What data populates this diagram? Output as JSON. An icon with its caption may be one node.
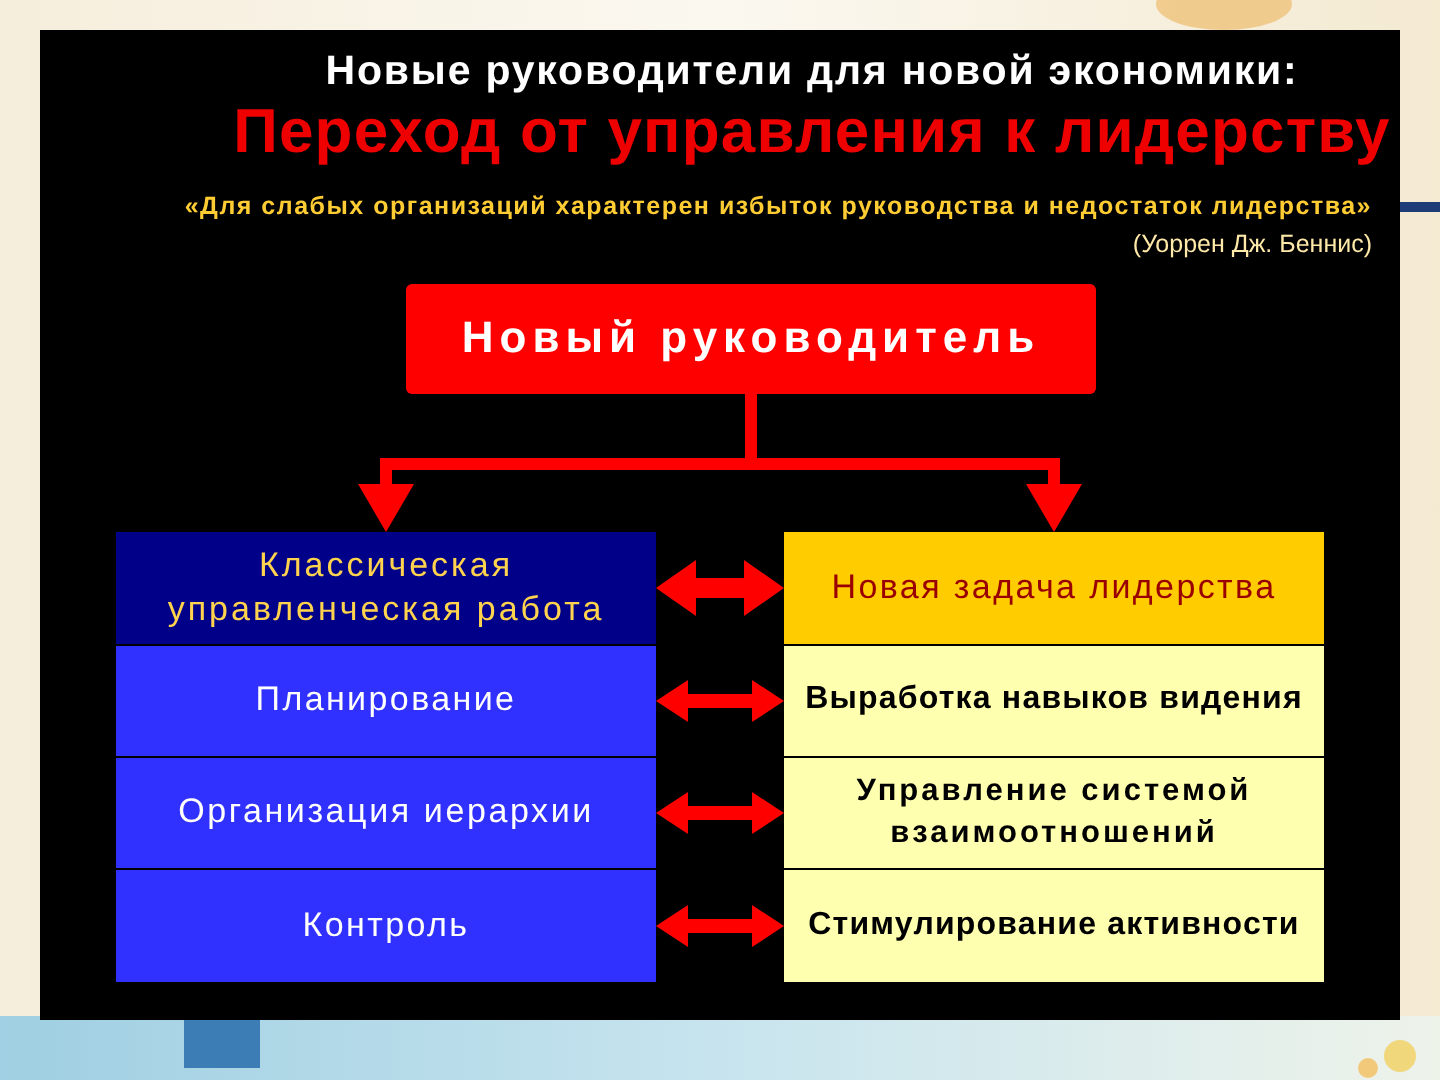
{
  "diagram": {
    "title": "Новые руководители для новой экономики:",
    "nodes": [
      {
        "text": [
          "Новый руководитель"
        ]
      },
      {
        "text": [
          "Классическая управленческая работа"
        ]
      },
      {
        "text": [
          "Новая задача лидерства"
        ]
      },
      {
        "text": [
          "Планирование"
        ]
      },
      {
        "text": [
          "Выработка навыков видения"
        ]
      },
      {
        "text": [
          "Организация иерархии"
        ]
      },
      {
        "text": [
          "Управление системой взаимоотношений"
        ]
      },
      {
        "text": [
          "Контроль"
        ]
      },
      {
        "text": [
          "Стимулирование активности"
        ]
      }
    ],
    "edges": [
      {
        "from": 0,
        "to": 1,
        "arrow": "to"
      },
      {
        "from": 0,
        "to": 2,
        "arrow": "to"
      },
      {
        "from": 1,
        "to": 2,
        "arrow": "both"
      },
      {
        "from": 3,
        "to": 4,
        "arrow": "both"
      },
      {
        "from": 5,
        "to": 6,
        "arrow": "both"
      },
      {
        "from": 7,
        "to": 8,
        "arrow": "both"
      }
    ],
    "labels": [
      "Переход от управления к лидерству",
      "«Для слабых организаций характерен избыток руководства и недостаток лидерства»",
      "(Уоррен Дж. Беннис)"
    ]
  }
}
